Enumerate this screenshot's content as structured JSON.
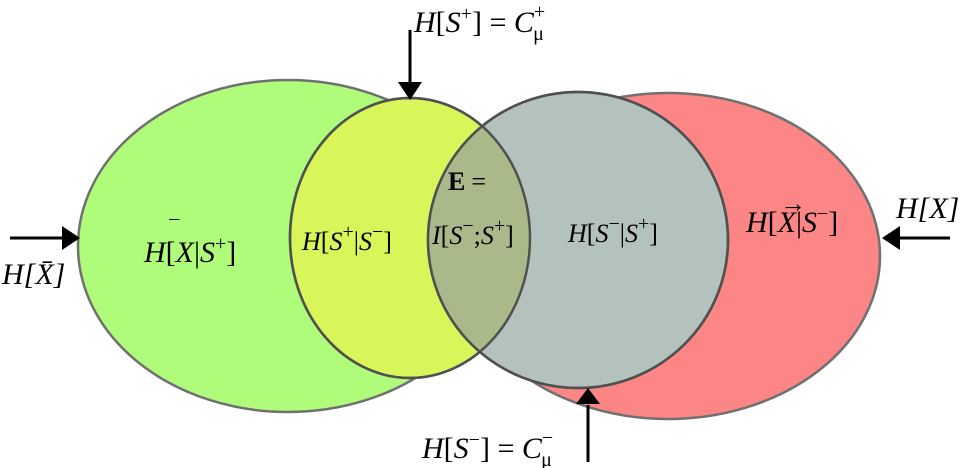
{
  "colors": {
    "left_fill": "#aefc7a",
    "right_fill": "#fc8686",
    "s_plus_fill": "#d8f65a",
    "s_minus_fill": "#b3c2bc",
    "overlap_fill": "#aab98a",
    "outline": "#707070",
    "inner_outline": "#505050"
  },
  "labels": {
    "top_H": "H",
    "top_S": "S",
    "top_plus": "+",
    "top_eq": "] = ",
    "top_C": "C",
    "top_mu": "μ",
    "bottom_minus": "−",
    "left_past": "H[X̄]",
    "right_future": "H[X]",
    "left_region_H": "H",
    "left_region_X": "X",
    "left_region_S": "S",
    "mid_left_H": "H",
    "mid_left_S1": "S",
    "mid_left_S2": "S",
    "E": "E",
    "E_eq": "=",
    "I": "I",
    "mid_right_H": "H",
    "right_region_H": "H",
    "bar": "|",
    "semicolon": ";",
    "lbrack": "[",
    "rbrack": "]"
  }
}
